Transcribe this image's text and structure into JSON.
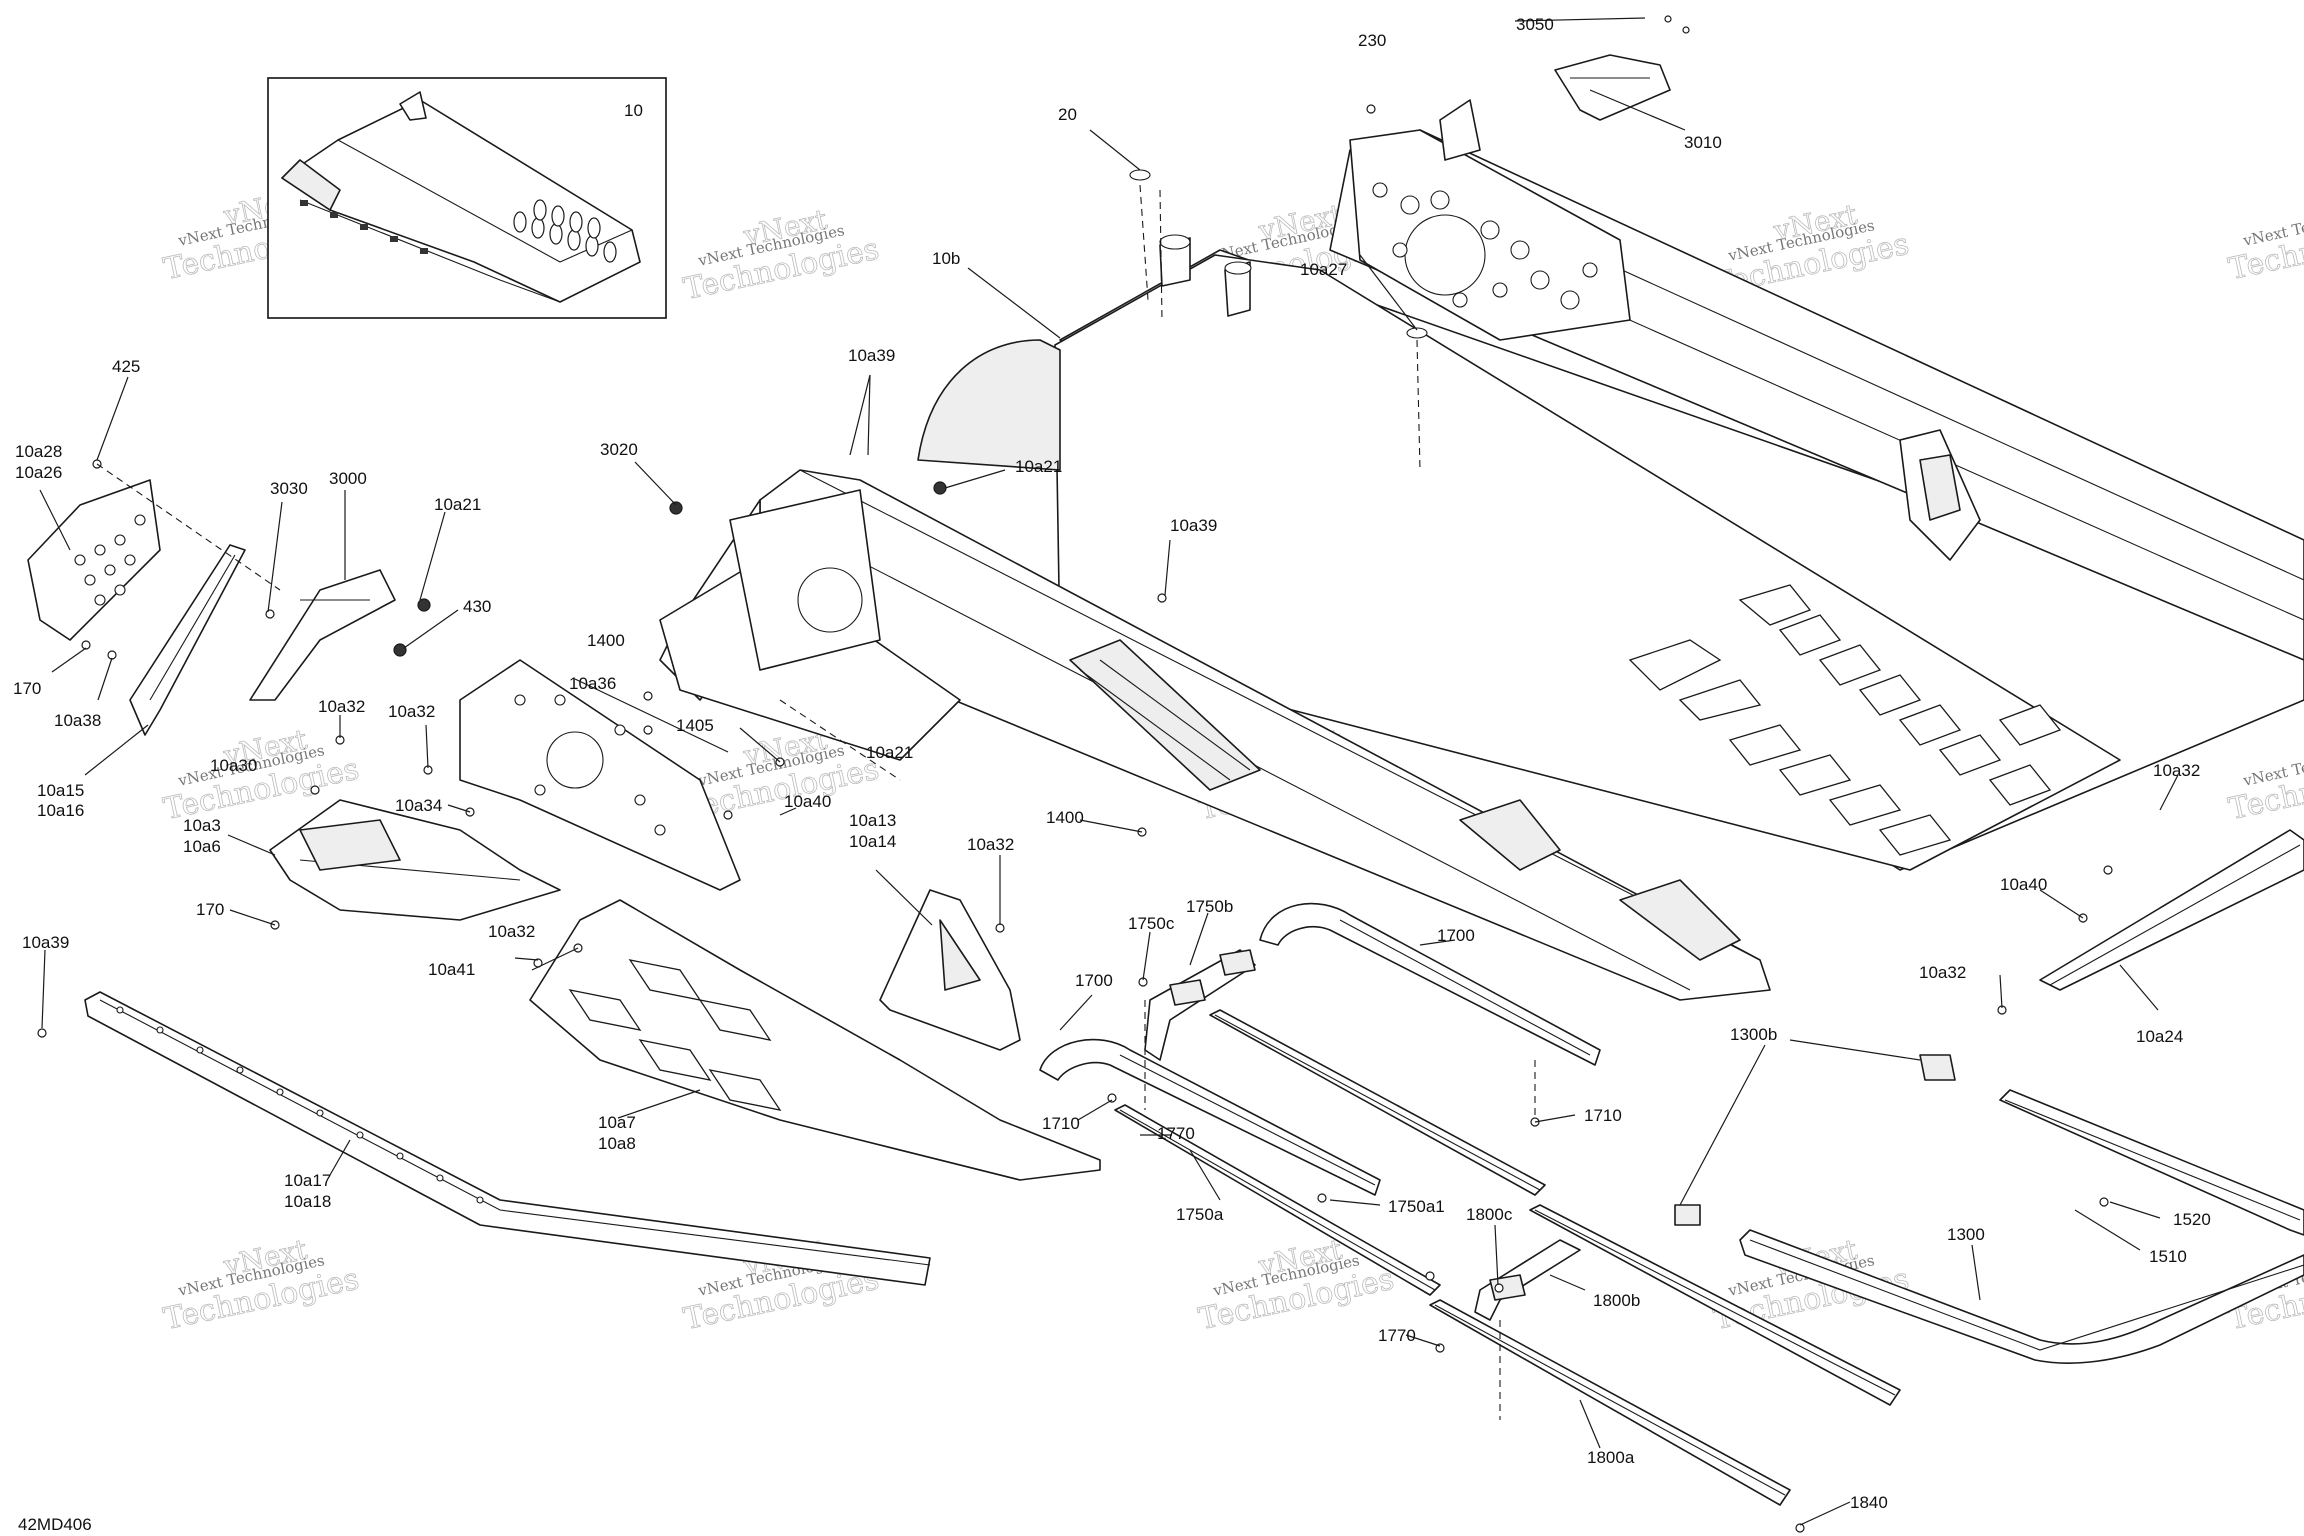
{
  "diagram": {
    "id_label": "42MD406",
    "inset_label": "10",
    "watermark_line1": "vNext Technologies",
    "watermark_line2": "Technologies",
    "watermark_outline": "vNext",
    "callouts": [
      {
        "id": "c230",
        "text": "230"
      },
      {
        "id": "c3050",
        "text": "3050"
      },
      {
        "id": "c3010",
        "text": "3010"
      },
      {
        "id": "c20",
        "text": "20"
      },
      {
        "id": "c10b",
        "text": "10b"
      },
      {
        "id": "c10a27",
        "text": "10a27"
      },
      {
        "id": "c10a39a",
        "text": "10a39"
      },
      {
        "id": "c3020",
        "text": "3020"
      },
      {
        "id": "c10a21a",
        "text": "10a21"
      },
      {
        "id": "c425",
        "text": "425"
      },
      {
        "id": "c10a28",
        "text": "10a28"
      },
      {
        "id": "c10a26",
        "text": "10a26"
      },
      {
        "id": "c3030",
        "text": "3030"
      },
      {
        "id": "c3000",
        "text": "3000"
      },
      {
        "id": "c10a21b",
        "text": "10a21"
      },
      {
        "id": "c430",
        "text": "430"
      },
      {
        "id": "c10a39b",
        "text": "10a39"
      },
      {
        "id": "c1400a",
        "text": "1400"
      },
      {
        "id": "c10a36",
        "text": "10a36"
      },
      {
        "id": "c170a",
        "text": "170"
      },
      {
        "id": "c10a38",
        "text": "10a38"
      },
      {
        "id": "c10a32a",
        "text": "10a32"
      },
      {
        "id": "c10a32b",
        "text": "10a32"
      },
      {
        "id": "c10a30",
        "text": "10a30"
      },
      {
        "id": "c1405",
        "text": "1405"
      },
      {
        "id": "c10a21c",
        "text": "10a21"
      },
      {
        "id": "c10a15",
        "text": "10a15"
      },
      {
        "id": "c10a16",
        "text": "10a16"
      },
      {
        "id": "c10a34",
        "text": "10a34"
      },
      {
        "id": "c10a40a",
        "text": "10a40"
      },
      {
        "id": "c10a3",
        "text": "10a3"
      },
      {
        "id": "c10a6",
        "text": "10a6"
      },
      {
        "id": "c1400b",
        "text": "1400"
      },
      {
        "id": "c10a13",
        "text": "10a13"
      },
      {
        "id": "c10a14",
        "text": "10a14"
      },
      {
        "id": "c10a32c",
        "text": "10a32"
      },
      {
        "id": "c170b",
        "text": "170"
      },
      {
        "id": "c10a39c",
        "text": "10a39"
      },
      {
        "id": "c10a32d",
        "text": "10a32"
      },
      {
        "id": "c10a41",
        "text": "10a41"
      },
      {
        "id": "c1750b",
        "text": "1750b"
      },
      {
        "id": "c1750c",
        "text": "1750c"
      },
      {
        "id": "c1700a",
        "text": "1700"
      },
      {
        "id": "c1700b",
        "text": "1700"
      },
      {
        "id": "c10a32e",
        "text": "10a32"
      },
      {
        "id": "c10a40b",
        "text": "10a40"
      },
      {
        "id": "c10a32f",
        "text": "10a32"
      },
      {
        "id": "c10a24",
        "text": "10a24"
      },
      {
        "id": "c1300b",
        "text": "1300b"
      },
      {
        "id": "c10a7",
        "text": "10a7"
      },
      {
        "id": "c10a8",
        "text": "10a8"
      },
      {
        "id": "c1710a",
        "text": "1710"
      },
      {
        "id": "c1770a",
        "text": "1770"
      },
      {
        "id": "c1710b",
        "text": "1710"
      },
      {
        "id": "c10a17",
        "text": "10a17"
      },
      {
        "id": "c10a18",
        "text": "10a18"
      },
      {
        "id": "c1750a1",
        "text": "1750a1"
      },
      {
        "id": "c1750a",
        "text": "1750a"
      },
      {
        "id": "c1520",
        "text": "1520"
      },
      {
        "id": "c1800c",
        "text": "1800c"
      },
      {
        "id": "c1300",
        "text": "1300"
      },
      {
        "id": "c1510",
        "text": "1510"
      },
      {
        "id": "c1800b",
        "text": "1800b"
      },
      {
        "id": "c1770b",
        "text": "1770"
      },
      {
        "id": "c1800a",
        "text": "1800a"
      },
      {
        "id": "c1840",
        "text": "1840"
      }
    ]
  }
}
